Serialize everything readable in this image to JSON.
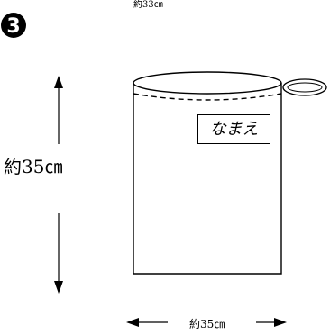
{
  "step_number": "3",
  "top_width_label": "約33㎝",
  "height_label": "約35㎝",
  "bottom_width_label": "約35㎝",
  "name_tag_text": "なまえ",
  "colors": {
    "line": "#000000",
    "background": "#ffffff"
  }
}
